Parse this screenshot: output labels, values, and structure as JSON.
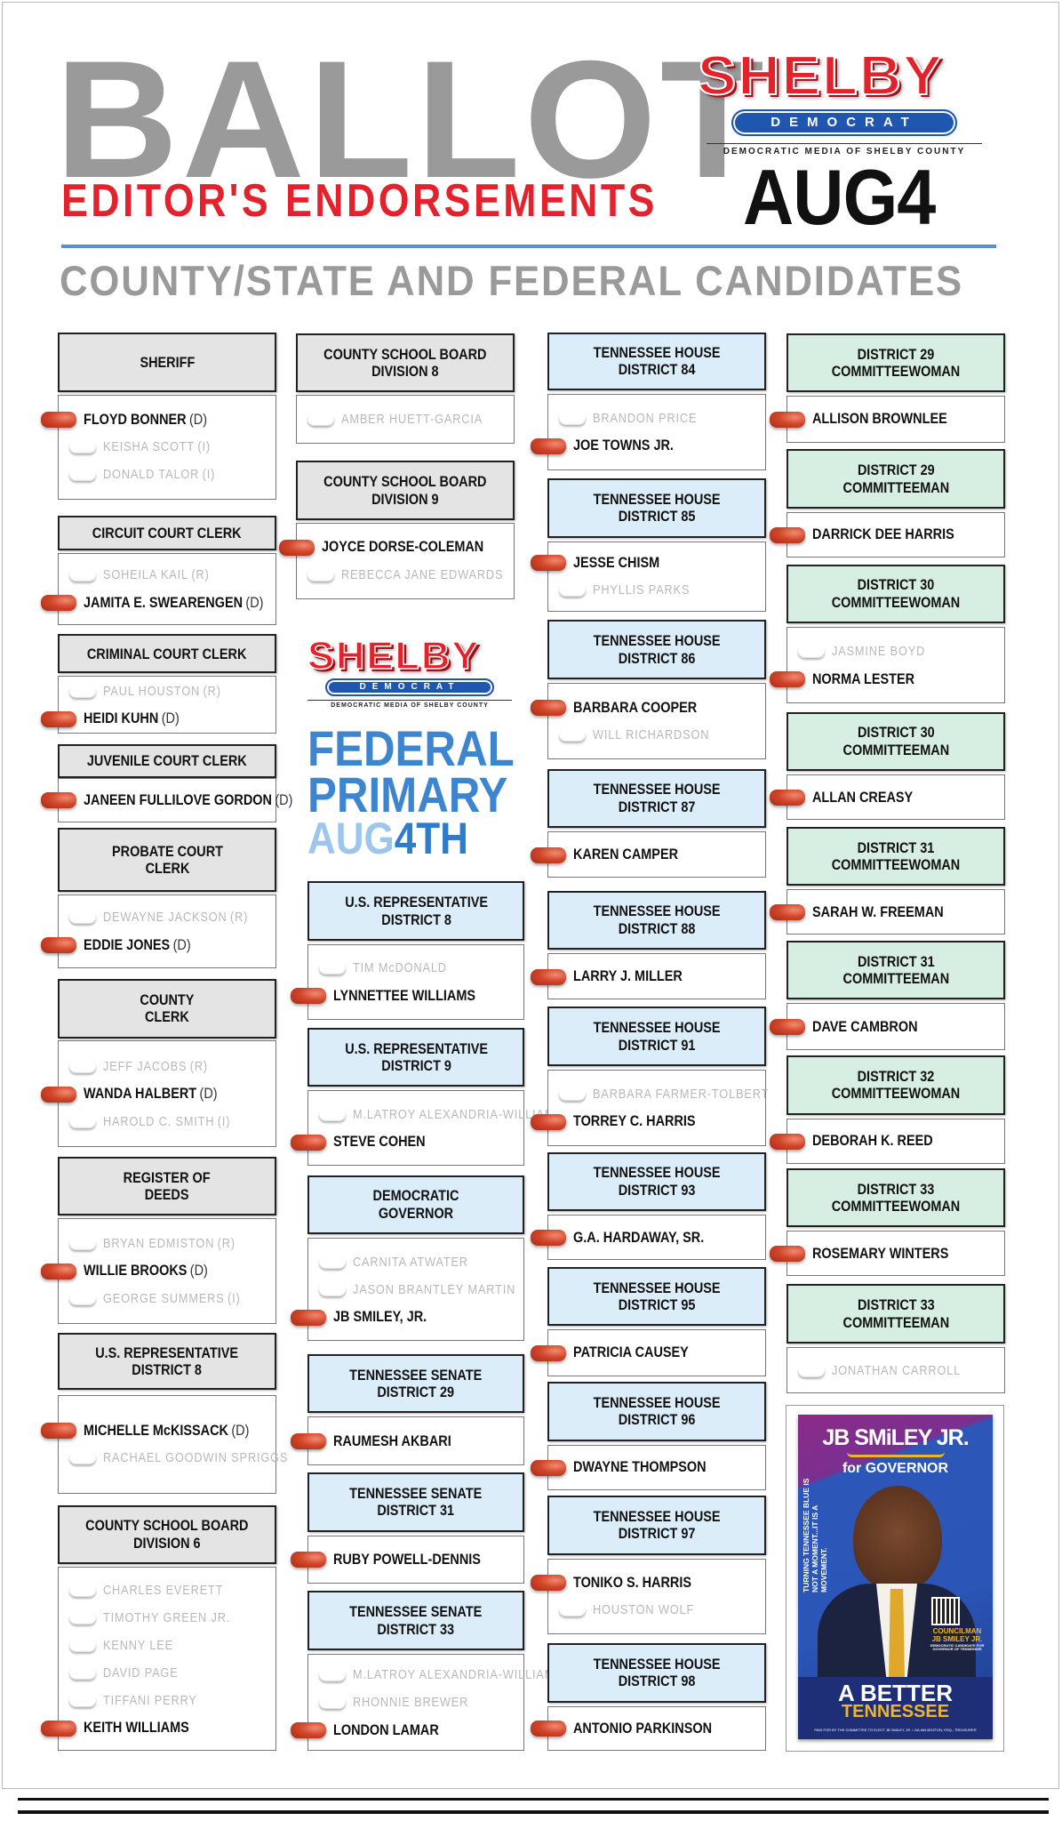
{
  "header": {
    "title": "BALLOT",
    "subtitle": "EDITOR'S ENDORSEMENTS",
    "logo_name": "SHELBY",
    "logo_pill": "DEMOCRAT",
    "logo_tagline": "DEMOCRATIC MEDIA OF SHELBY COUNTY",
    "date": "AUG4",
    "section_title": "COUNTY/STATE AND FEDERAL CANDIDATES"
  },
  "federal_logo": {
    "logo_name": "SHELBY",
    "logo_pill": "DEMOCRAT",
    "logo_tagline": "DEMOCRATIC MEDIA OF SHELBY COUNTY",
    "line1": "FEDERAL",
    "line2": "PRIMARY",
    "line3a": "AUG",
    "line3b": "4TH"
  },
  "colors": {
    "endorsed": "#d2462b",
    "accent_red": "#e2232e",
    "accent_blue": "#3d86cf",
    "county_header": "#e4e4e4",
    "state_header": "#dcedfa",
    "committee_header": "#d7eee3"
  },
  "columns": [
    {
      "races": [
        {
          "title": "SHERIFF",
          "candidates": [
            {
              "name": "FLOYD BONNER",
              "party": "(D)",
              "endorsed": true
            },
            {
              "name": "KEISHA SCOTT",
              "party": "(I)",
              "endorsed": false
            },
            {
              "name": "DONALD TALOR",
              "party": "(I)",
              "endorsed": false
            }
          ]
        },
        {
          "title": "CIRCUIT COURT CLERK",
          "candidates": [
            {
              "name": "SOHEILA KAIL",
              "party": "(R)",
              "endorsed": false
            },
            {
              "name": "JAMITA E. SWEARENGEN",
              "party": "(D)",
              "endorsed": true
            }
          ]
        },
        {
          "title": "CRIMINAL COURT CLERK",
          "candidates": [
            {
              "name": "PAUL HOUSTON",
              "party": "(R)",
              "endorsed": false
            },
            {
              "name": "HEIDI KUHN",
              "party": "(D)",
              "endorsed": true
            }
          ]
        },
        {
          "title": "JUVENILE COURT CLERK",
          "candidates": [
            {
              "name": "JANEEN FULLILOVE GORDON",
              "party": "(D)",
              "endorsed": true
            }
          ]
        },
        {
          "title": "PROBATE COURT\nCLERK",
          "candidates": [
            {
              "name": "DEWAYNE  JACKSON",
              "party": "(R)",
              "endorsed": false
            },
            {
              "name": "EDDIE JONES",
              "party": "(D)",
              "endorsed": true
            }
          ]
        },
        {
          "title": "COUNTY\nCLERK",
          "candidates": [
            {
              "name": "JEFF JACOBS",
              "party": "(R)",
              "endorsed": false
            },
            {
              "name": "WANDA HALBERT",
              "party": "(D)",
              "endorsed": true
            },
            {
              "name": "HAROLD C. SMITH",
              "party": "(I)",
              "endorsed": false
            }
          ]
        },
        {
          "title": "REGISTER OF\nDEEDS",
          "candidates": [
            {
              "name": "BRYAN EDMISTON",
              "party": "(R)",
              "endorsed": false
            },
            {
              "name": "WILLIE BROOKS",
              "party": "(D)",
              "endorsed": true
            },
            {
              "name": "GEORGE SUMMERS",
              "party": "(I)",
              "endorsed": false
            }
          ]
        },
        {
          "title": "U.S. REPRESENTATIVE\nDISTRICT 8",
          "candidates": [
            {
              "name": "MICHELLE McKISSACK",
              "party": "(D)",
              "endorsed": true
            },
            {
              "name": "RACHAEL GOODWIN SPRIGGS",
              "party": "",
              "endorsed": false
            }
          ]
        },
        {
          "title": "COUNTY SCHOOL BOARD\nDIVISION 6",
          "candidates": [
            {
              "name": "CHARLES EVERETT",
              "party": "",
              "endorsed": false
            },
            {
              "name": "TIMOTHY GREEN JR.",
              "party": "",
              "endorsed": false
            },
            {
              "name": "KENNY LEE",
              "party": "",
              "endorsed": false
            },
            {
              "name": "DAVID PAGE",
              "party": "",
              "endorsed": false
            },
            {
              "name": "TIFFANI PERRY",
              "party": "",
              "endorsed": false
            },
            {
              "name": "KEITH WILLIAMS",
              "party": "",
              "endorsed": true
            }
          ]
        }
      ]
    },
    {
      "races": [
        {
          "title": "COUNTY SCHOOL BOARD\nDIVISION 8",
          "candidates": [
            {
              "name": "AMBER HUETT-GARCIA",
              "party": "",
              "endorsed": false
            }
          ]
        },
        {
          "title": "COUNTY SCHOOL BOARD\nDIVISION 9",
          "candidates": [
            {
              "name": "JOYCE DORSE-COLEMAN",
              "party": "",
              "endorsed": true
            },
            {
              "name": "REBECCA JANE EDWARDS",
              "party": "",
              "endorsed": false
            }
          ]
        }
      ]
    },
    {
      "races": [
        {
          "title": "U.S. REPRESENTATIVE\nDISTRICT 8",
          "candidates": [
            {
              "name": "TIM McDONALD",
              "party": "",
              "endorsed": false
            },
            {
              "name": "LYNNETTEE WILLIAMS",
              "party": "",
              "endorsed": true
            }
          ]
        },
        {
          "title": "U.S. REPRESENTATIVE\nDISTRICT 9",
          "candidates": [
            {
              "name": "M.LATROY ALEXANDRIA-WILLIAMS",
              "party": "",
              "endorsed": false
            },
            {
              "name": "STEVE COHEN",
              "party": "",
              "endorsed": true
            }
          ]
        },
        {
          "title": "DEMOCRATIC\nGOVERNOR",
          "candidates": [
            {
              "name": "CARNITA ATWATER",
              "party": "",
              "endorsed": false
            },
            {
              "name": "JASON BRANTLEY MARTIN",
              "party": "",
              "endorsed": false
            },
            {
              "name": "JB SMILEY, JR.",
              "party": "",
              "endorsed": true
            }
          ]
        },
        {
          "title": "TENNESSEE SENATE\nDISTRICT 29",
          "candidates": [
            {
              "name": "RAUMESH AKBARI",
              "party": "",
              "endorsed": true
            }
          ]
        },
        {
          "title": "TENNESSEE SENATE\nDISTRICT 31",
          "candidates": [
            {
              "name": "RUBY POWELL-DENNIS",
              "party": "",
              "endorsed": true
            }
          ]
        },
        {
          "title": "TENNESSEE SENATE\nDISTRICT 33",
          "candidates": [
            {
              "name": "M.LATROY ALEXANDRIA-WILLIAMS",
              "party": "",
              "endorsed": false
            },
            {
              "name": "RHONNIE BREWER",
              "party": "",
              "endorsed": false
            },
            {
              "name": "LONDON LAMAR",
              "party": "",
              "endorsed": true
            }
          ]
        }
      ]
    },
    {
      "races": [
        {
          "title": "TENNESSEE HOUSE\nDISTRICT 84",
          "candidates": [
            {
              "name": "BRANDON PRICE",
              "party": "",
              "endorsed": false
            },
            {
              "name": "JOE TOWNS JR.",
              "party": "",
              "endorsed": true
            }
          ]
        },
        {
          "title": "TENNESSEE HOUSE\nDISTRICT 85",
          "candidates": [
            {
              "name": "JESSE CHISM",
              "party": "",
              "endorsed": true
            },
            {
              "name": "PHYLLIS PARKS",
              "party": "",
              "endorsed": false
            }
          ]
        },
        {
          "title": "TENNESSEE HOUSE\nDISTRICT 86",
          "candidates": [
            {
              "name": "BARBARA COOPER",
              "party": "",
              "endorsed": true
            },
            {
              "name": "WILL RICHARDSON",
              "party": "",
              "endorsed": false
            }
          ]
        },
        {
          "title": "TENNESSEE HOUSE\nDISTRICT 87",
          "candidates": [
            {
              "name": "KAREN CAMPER",
              "party": "",
              "endorsed": true
            }
          ]
        },
        {
          "title": "TENNESSEE HOUSE\nDISTRICT 88",
          "candidates": [
            {
              "name": "LARRY J. MILLER",
              "party": "",
              "endorsed": true
            }
          ]
        },
        {
          "title": "TENNESSEE HOUSE\nDISTRICT 91",
          "candidates": [
            {
              "name": "BARBARA FARMER-TOLBERT",
              "party": "",
              "endorsed": false
            },
            {
              "name": "TORREY C. HARRIS",
              "party": "",
              "endorsed": true
            }
          ]
        },
        {
          "title": "TENNESSEE HOUSE\nDISTRICT 93",
          "candidates": [
            {
              "name": "G.A. HARDAWAY, SR.",
              "party": "",
              "endorsed": true
            }
          ]
        },
        {
          "title": "TENNESSEE HOUSE\nDISTRICT 95",
          "candidates": [
            {
              "name": "PATRICIA CAUSEY",
              "party": "",
              "endorsed": true
            }
          ]
        },
        {
          "title": "TENNESSEE HOUSE\nDISTRICT 96",
          "candidates": [
            {
              "name": "DWAYNE THOMPSON",
              "party": "",
              "endorsed": true
            }
          ]
        },
        {
          "title": "TENNESSEE HOUSE\nDISTRICT 97",
          "candidates": [
            {
              "name": "TONIKO S. HARRIS",
              "party": "",
              "endorsed": true
            },
            {
              "name": "HOUSTON WOLF",
              "party": "",
              "endorsed": false
            }
          ]
        },
        {
          "title": "TENNESSEE HOUSE\nDISTRICT 98",
          "candidates": [
            {
              "name": "ANTONIO PARKINSON",
              "party": "",
              "endorsed": true
            }
          ]
        }
      ]
    },
    {
      "races": [
        {
          "title": "DISTRICT 29\nCOMMITTEEWOMAN",
          "candidates": [
            {
              "name": "ALLISON BROWNLEE",
              "party": "",
              "endorsed": true
            }
          ]
        },
        {
          "title": "DISTRICT 29\nCOMMITTEEMAN",
          "candidates": [
            {
              "name": "DARRICK DEE HARRIS",
              "party": "",
              "endorsed": true
            }
          ]
        },
        {
          "title": "DISTRICT 30\nCOMMITTEEWOMAN",
          "candidates": [
            {
              "name": "JASMINE BOYD",
              "party": "",
              "endorsed": false
            },
            {
              "name": "NORMA LESTER",
              "party": "",
              "endorsed": true
            }
          ]
        },
        {
          "title": "DISTRICT 30\nCOMMITTEEMAN",
          "candidates": [
            {
              "name": "ALLAN CREASY",
              "party": "",
              "endorsed": true
            }
          ]
        },
        {
          "title": "DISTRICT 31\nCOMMITTEEWOMAN",
          "candidates": [
            {
              "name": "SARAH W. FREEMAN",
              "party": "",
              "endorsed": true
            }
          ]
        },
        {
          "title": "DISTRICT 31\nCOMMITTEEMAN",
          "candidates": [
            {
              "name": "DAVE CAMBRON",
              "party": "",
              "endorsed": true
            }
          ]
        },
        {
          "title": "DISTRICT 32\nCOMMITTEEWOMAN",
          "candidates": [
            {
              "name": "DEBORAH K. REED",
              "party": "",
              "endorsed": true
            }
          ]
        },
        {
          "title": "DISTRICT 33\nCOMMITTEEWOMAN",
          "candidates": [
            {
              "name": "ROSEMARY WINTERS",
              "party": "",
              "endorsed": true
            }
          ]
        },
        {
          "title": "DISTRICT 33\nCOMMITTEEMAN",
          "candidates": [
            {
              "name": "JONATHAN CARROLL",
              "party": "",
              "endorsed": false
            }
          ]
        }
      ]
    }
  ],
  "ad": {
    "name_line": "JB SMiLEY JR.",
    "for_line": "for GOVERNOR",
    "slogan": "TURNING TENNESSEE BLUE IS NOT A MOMENT...IT IS A MOVEMENT.",
    "title_line1": "COUNCILMAN",
    "title_line2": "JB SMILEY JR.",
    "title_line3": "DEMOCRATIC CANDIDATE FOR GOVERNOR OF TENNESSEE",
    "tag1": "A BETTER",
    "tag2": "TENNESSEE",
    "disclaimer": "PAID FOR BY THE COMMITTEE TO ELECT JB SMILEY, JR. / JULIAN BOZTON, ESQ., TREASURER"
  }
}
